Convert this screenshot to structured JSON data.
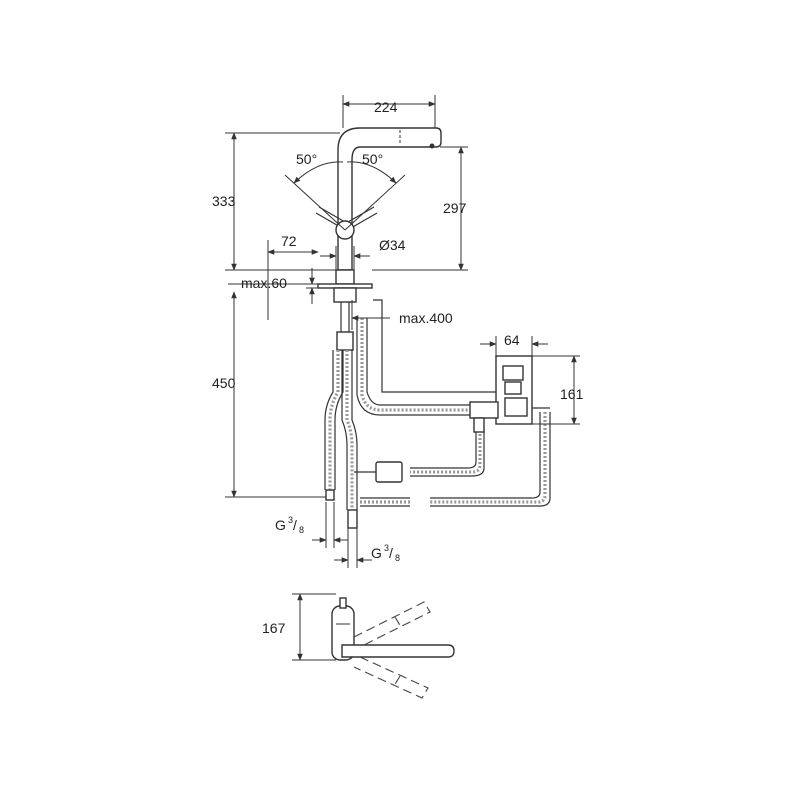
{
  "dimensions": {
    "spout_reach": "224",
    "angle_left": "50°",
    "angle_right": "50°",
    "overall_height": "333",
    "spout_height": "297",
    "offset": "72",
    "diameter": "Ø34",
    "max_thickness": "max.60",
    "max_hose": "max.400",
    "box_width": "64",
    "box_height": "161",
    "below_counter": "450",
    "handle_height": "167"
  },
  "connections": {
    "left": {
      "base": "G",
      "num": "3",
      "den": "8"
    },
    "right": {
      "base": "G",
      "num": "3",
      "den": "8"
    }
  }
}
